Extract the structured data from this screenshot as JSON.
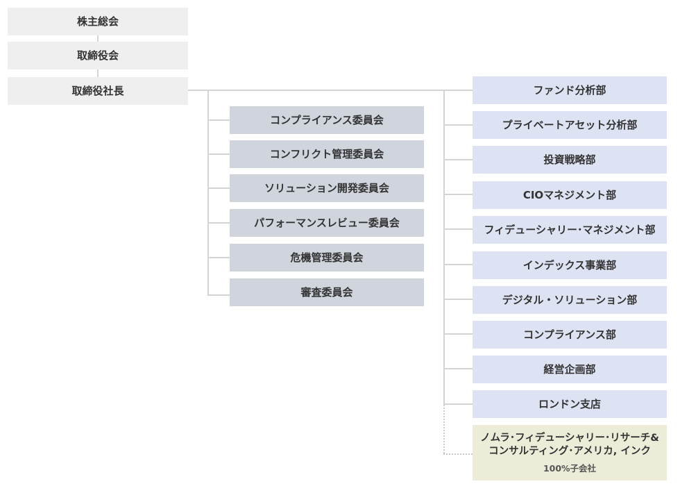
{
  "governance": {
    "shareholders": "株主総会",
    "board": "取締役会",
    "president": "取締役社長"
  },
  "committees": [
    "コンプライアンス委員会",
    "コンフリクト管理委員会",
    "ソリューション開発委員会",
    "パフォーマンスレビュー委員会",
    "危機管理委員会",
    "審査委員会"
  ],
  "departments": [
    "ファンド分析部",
    "プライベートアセット分析部",
    "投資戦略部",
    "CIOマネジメント部",
    "フィデューシャリー･マネジメント部",
    "インデックス事業部",
    "デジタル・ソリューション部",
    "コンプライアンス部",
    "経営企画部",
    "ロンドン支店"
  ],
  "subsidiary": {
    "name_line1": "ノムラ･フィデューシャリー･リサーチ&",
    "name_line2": "コンサルティング･アメリカ, インク",
    "note": "100%子会社"
  },
  "colors": {
    "governance_box": "#efefef",
    "committee_box": "#cfd4dd",
    "department_box": "#dde3f3",
    "subsidiary_box": "#ececd8",
    "connector": "#d4d4d4"
  }
}
